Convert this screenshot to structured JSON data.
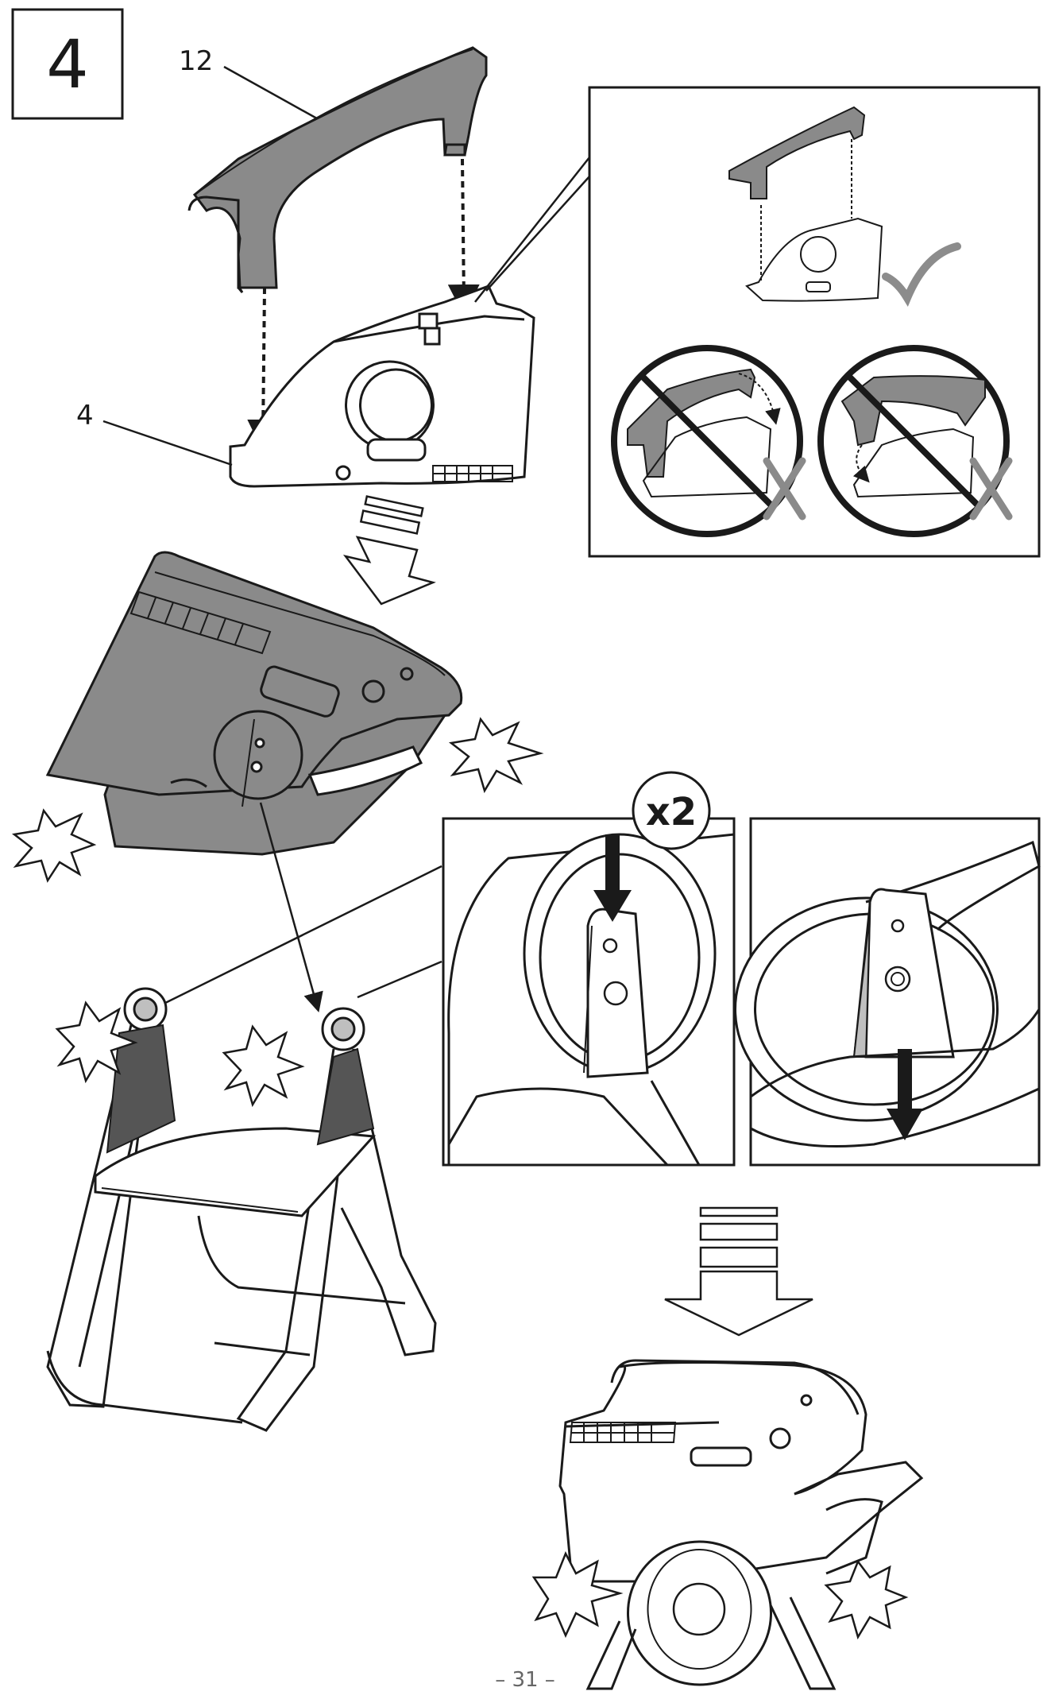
{
  "step": {
    "number": "4"
  },
  "labels": {
    "part_armrest": "12",
    "part_seat": "4"
  },
  "badges": {
    "repeat": "x2"
  },
  "page": {
    "number": "– 31 –"
  },
  "colors": {
    "ink": "#1a1a1a",
    "part_gray": "#8a8a8a",
    "panel_gray": "#bfbfbf",
    "check": "#8c8c8c"
  },
  "icons": [
    "check-icon",
    "prohibited-icon",
    "cross-icon",
    "click-burst-icon",
    "down-arrow-icon"
  ]
}
